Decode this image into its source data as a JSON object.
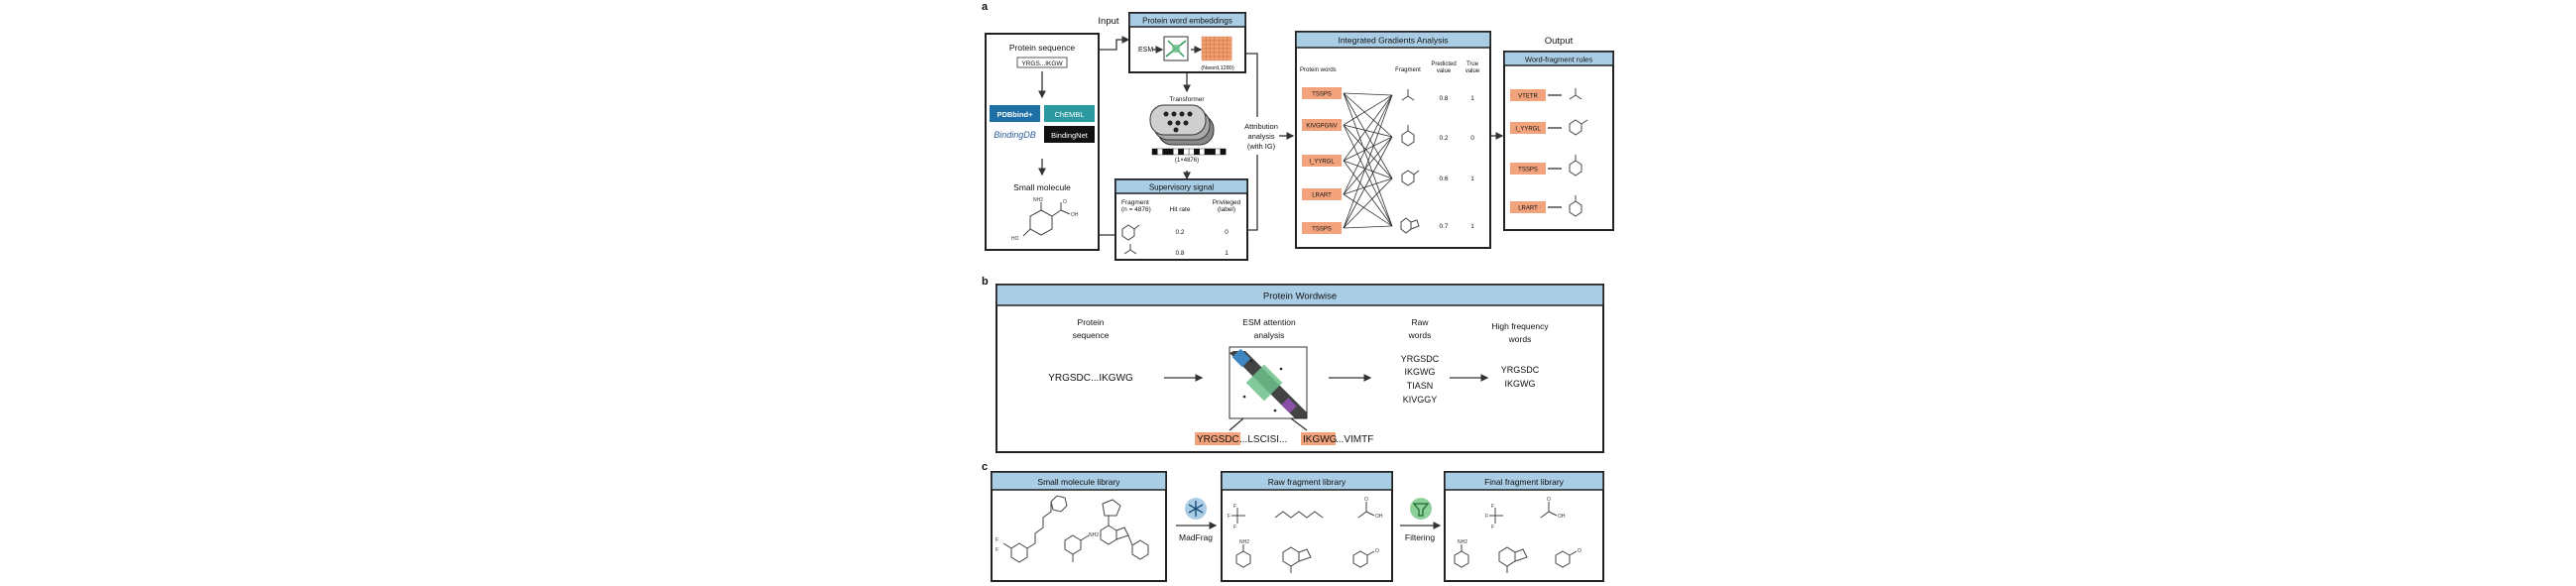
{
  "panel_a": {
    "letter": "a",
    "input_label": "Input",
    "protein_sequence_label": "Protein sequence",
    "sequence_example": "YRGS...IKGW",
    "databases": [
      "PDBbind+",
      "ChEMBL",
      "BindingDB",
      "BindingNet"
    ],
    "small_molecule_label": "Small molecule",
    "protein_word_embeddings": "Protein word embeddings",
    "esm_label": "ESM",
    "embedding_dim": "(Nword,1280)",
    "transformer_label": "Transformer",
    "transformer_dim": "(1×4876)",
    "attribution_label": [
      "Attribution",
      "analysis",
      "(with IG)"
    ],
    "supervisory_signal": "Supervisory signal",
    "sup_headers": [
      "Fragment",
      "(n = 4876)",
      "Hit rate",
      "Privileged",
      "(label)"
    ],
    "sup_rows": [
      {
        "hit_rate": "0.2",
        "label": "0"
      },
      {
        "hit_rate": "0.8",
        "label": "1"
      }
    ],
    "ig_title": "Integrated Gradients Analysis",
    "ig_headers": {
      "words": "Protein words",
      "fragment": "Fragment",
      "predicted": [
        "Predicted",
        "value"
      ],
      "true": [
        "True",
        "value"
      ]
    },
    "ig_words": [
      "TSSPS",
      "KIVGPGNV",
      "I_YYRGL",
      "LRART",
      "TSSPS"
    ],
    "ig_predicted": [
      "0.8",
      "0.2",
      "0.6",
      "0.7"
    ],
    "ig_true": [
      "1",
      "0",
      "1",
      "1"
    ],
    "output_label": "Output",
    "rules_title": "Word-fragment rules",
    "rule_words": [
      "VTETR",
      "I_YYRGL",
      "TSSPS",
      "LRART"
    ]
  },
  "panel_b": {
    "letter": "b",
    "title": "Protein Wordwise",
    "protein_sequence": [
      "Protein",
      "sequence"
    ],
    "sequence": "YRGSDC...IKGWG",
    "esm_attention": [
      "ESM attention",
      "analysis"
    ],
    "seq_parts": [
      "YRGSDC",
      "...LSCISI...",
      "IKGWG",
      "...VIMTF"
    ],
    "raw_words_label": [
      "Raw",
      "words"
    ],
    "raw_words": [
      "YRGSDC",
      "IKGWG",
      "TIASN",
      "KIVGGY"
    ],
    "high_freq_label": [
      "High frequency",
      "words"
    ],
    "high_freq_words": [
      "YRGSDC",
      "IKGWG"
    ]
  },
  "panel_c": {
    "letter": "c",
    "small_molecule_library": "Small molecule library",
    "madfrag": "MadFrag",
    "raw_fragment_library": "Raw fragment library",
    "filtering": "Filtering",
    "final_fragment_library": "Final fragment library"
  },
  "colors": {
    "header_blue": "#a9cde4",
    "word_orange": "#f2a37c",
    "heat_orange": "#f0a070",
    "attn_green": "#6cc08a"
  }
}
